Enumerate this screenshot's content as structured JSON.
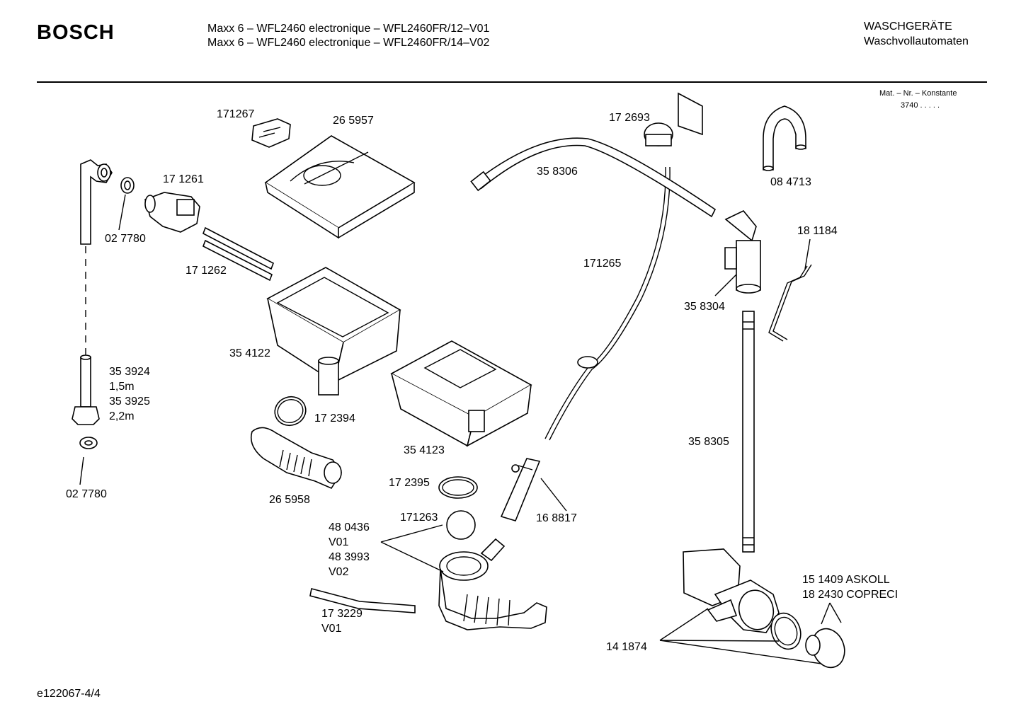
{
  "header": {
    "brand": "BOSCH",
    "model_line_1": "Maxx 6 – WFL2460 electronique – WFL2460FR/12–V01",
    "model_line_2": "Maxx 6 – WFL2460 electronique – WFL2460FR/14–V02",
    "category_1": "WASCHGERÄTE",
    "category_2": "Waschvollautomaten",
    "mat_label": "Mat. – Nr. – Konstante",
    "mat_value": "3740  .  .  .  .  ."
  },
  "parts": {
    "p171267": "171267",
    "p265957": "26 5957",
    "p171261": "17 1261",
    "p027780a": "02 7780",
    "p171262": "17 1262",
    "p354122": "35 4122",
    "p353924": "35 3924",
    "p15m": "1,5m",
    "p353925": "35 3925",
    "p22m": "2,2m",
    "p027780b": "02 7780",
    "p172394": "17 2394",
    "p265958": "26 5958",
    "p354123": "35 4123",
    "p172395": "17 2395",
    "p171263": "171263",
    "p480436": "48 0436",
    "pV01a": "V01",
    "p483993": "48 3993",
    "pV02": "V02",
    "p173229": "17 3229",
    "pV01b": "V01",
    "p168817": "16 8817",
    "p172693": "17 2693",
    "p358306": "35 8306",
    "p171265": "171265",
    "p084713": "08 4713",
    "p181184": "18 1184",
    "p358304": "35 8304",
    "p358305": "35 8305",
    "p151409": "15 1409  ASKOLL",
    "p182430": "18 2430  COPRECI",
    "p141874": "14 1874"
  },
  "footer": {
    "code": "e122067-4/4"
  }
}
